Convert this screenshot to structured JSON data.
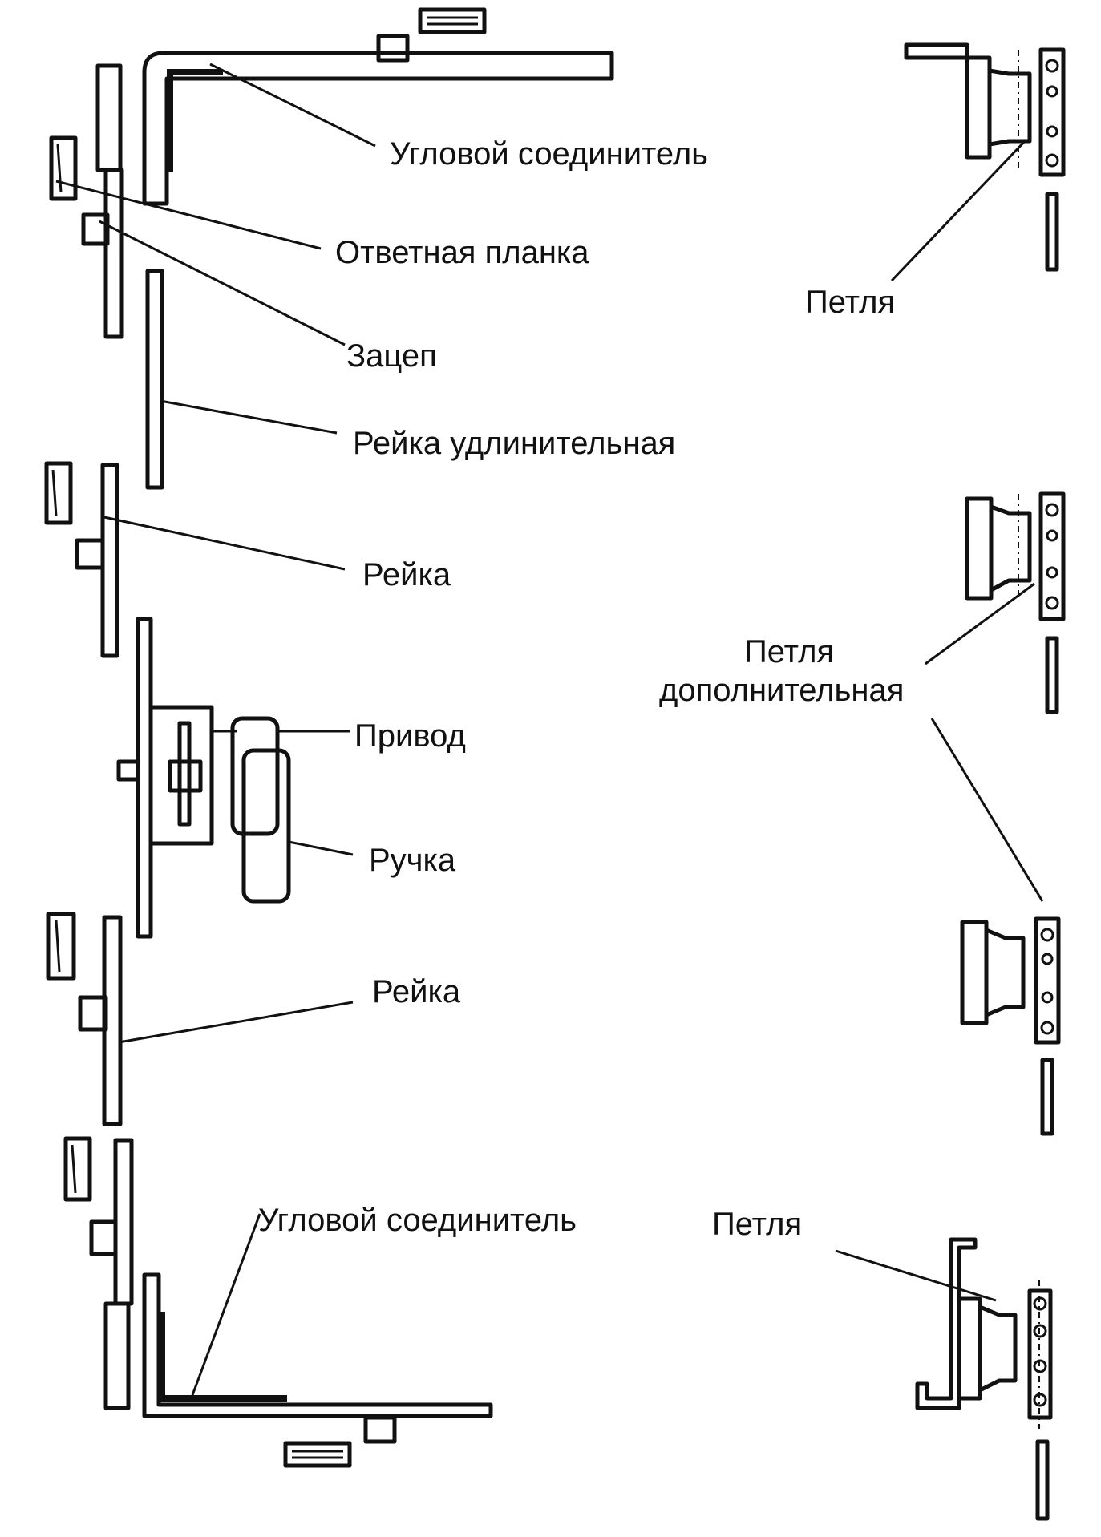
{
  "labels": {
    "corner_top": "Угловой соединитель",
    "strike_plate": "Ответная планка",
    "hook": "Зацеп",
    "extension_rail": "Рейка удлинительная",
    "rail_upper": "Рейка",
    "drive": "Привод",
    "handle": "Ручка",
    "rail_lower": "Рейка",
    "corner_bottom": "Угловой соединитель",
    "hinge_top": "Петля",
    "hinge_extra_line1": "Петля",
    "hinge_extra_line2": "дополнительная",
    "hinge_bottom": "Петля"
  }
}
